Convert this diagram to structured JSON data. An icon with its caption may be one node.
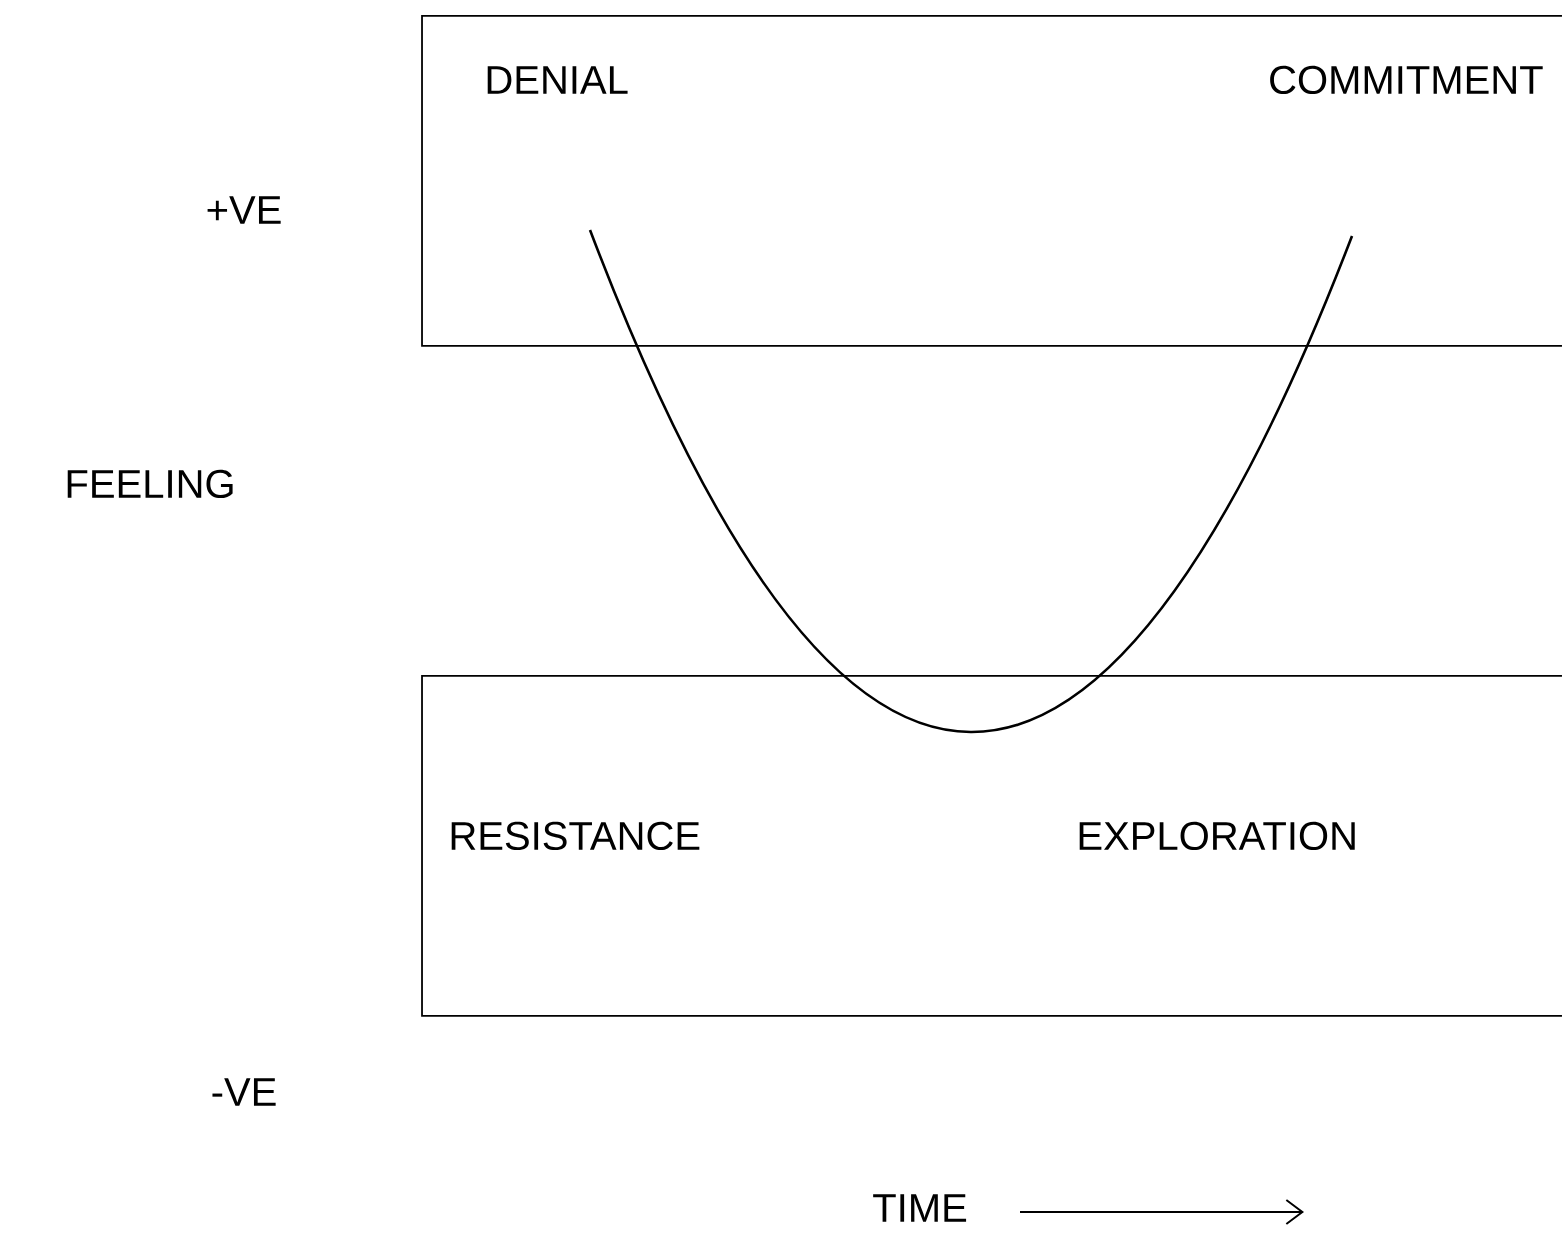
{
  "diagram": {
    "nodes": [
      {
        "text": [
          "DENIAL",
          "COMMITMENT"
        ]
      },
      {
        "text": [
          "RESISTANCE",
          "EXPLORATION"
        ]
      }
    ],
    "labels": [
      "+VE",
      "FEELING",
      "-VE",
      "TIME"
    ]
  }
}
